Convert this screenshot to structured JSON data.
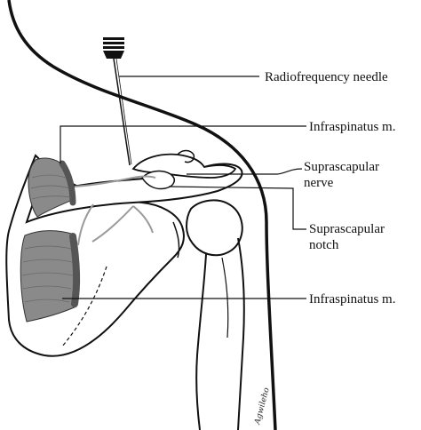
{
  "diagram": {
    "labels": {
      "needle": "Radiofrequency needle",
      "infraspinatus_upper": "Infraspinatus m.",
      "nerve_line1": "Suprascapular",
      "nerve_line2": "nerve",
      "notch_line1": "Suprascapular",
      "notch_line2": "notch",
      "infraspinatus_lower": "Infraspinatus m."
    },
    "signature": "Agwileho",
    "colors": {
      "ink": "#111111",
      "muscle": "#8a8a8a",
      "muscle_dark": "#555555",
      "nerve": "#9a9a9a",
      "background": "#ffffff"
    }
  }
}
